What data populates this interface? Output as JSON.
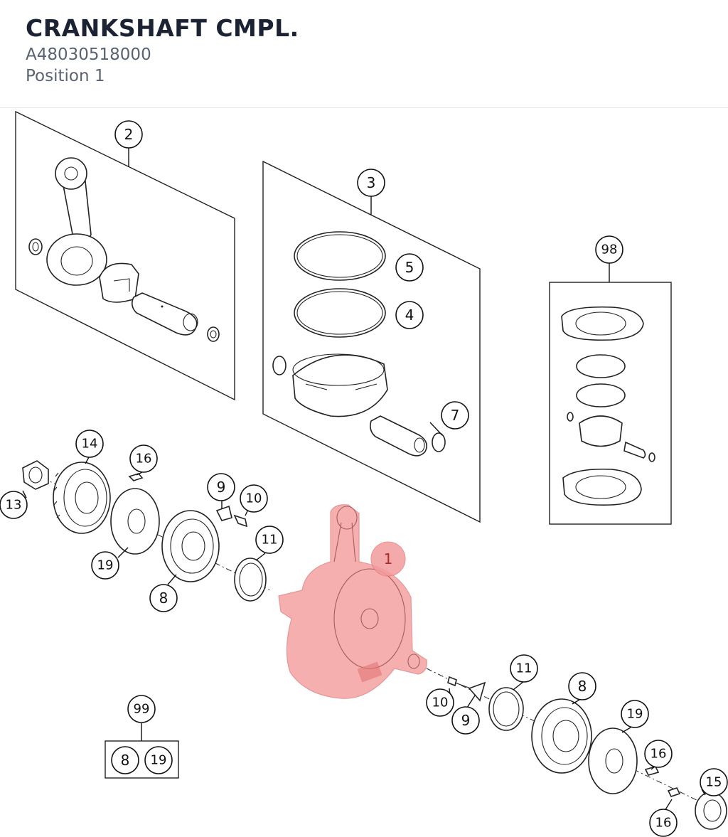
{
  "header": {
    "title": "CRANKSHAFT CMPL.",
    "part_number": "A48030518000",
    "position": "Position 1"
  },
  "colors": {
    "highlight": "#f39c9c",
    "title": "#1a2233",
    "subtitle": "#5a6372"
  },
  "callouts": {
    "c1": "1",
    "c2": "2",
    "c3": "3",
    "c4": "4",
    "c5": "5",
    "c7": "7",
    "c98": "98",
    "c14": "14",
    "c16a": "16",
    "c13": "13",
    "c9a": "9",
    "c10a": "10",
    "c11a": "11",
    "c19a": "19",
    "c8a": "8",
    "c11b": "11",
    "c8b": "8",
    "c19b": "19",
    "c16b": "16",
    "c15": "15",
    "c16c": "16",
    "c10b": "10",
    "c9b": "9",
    "c99": "99",
    "c99_8": "8",
    "c99_19": "19"
  }
}
